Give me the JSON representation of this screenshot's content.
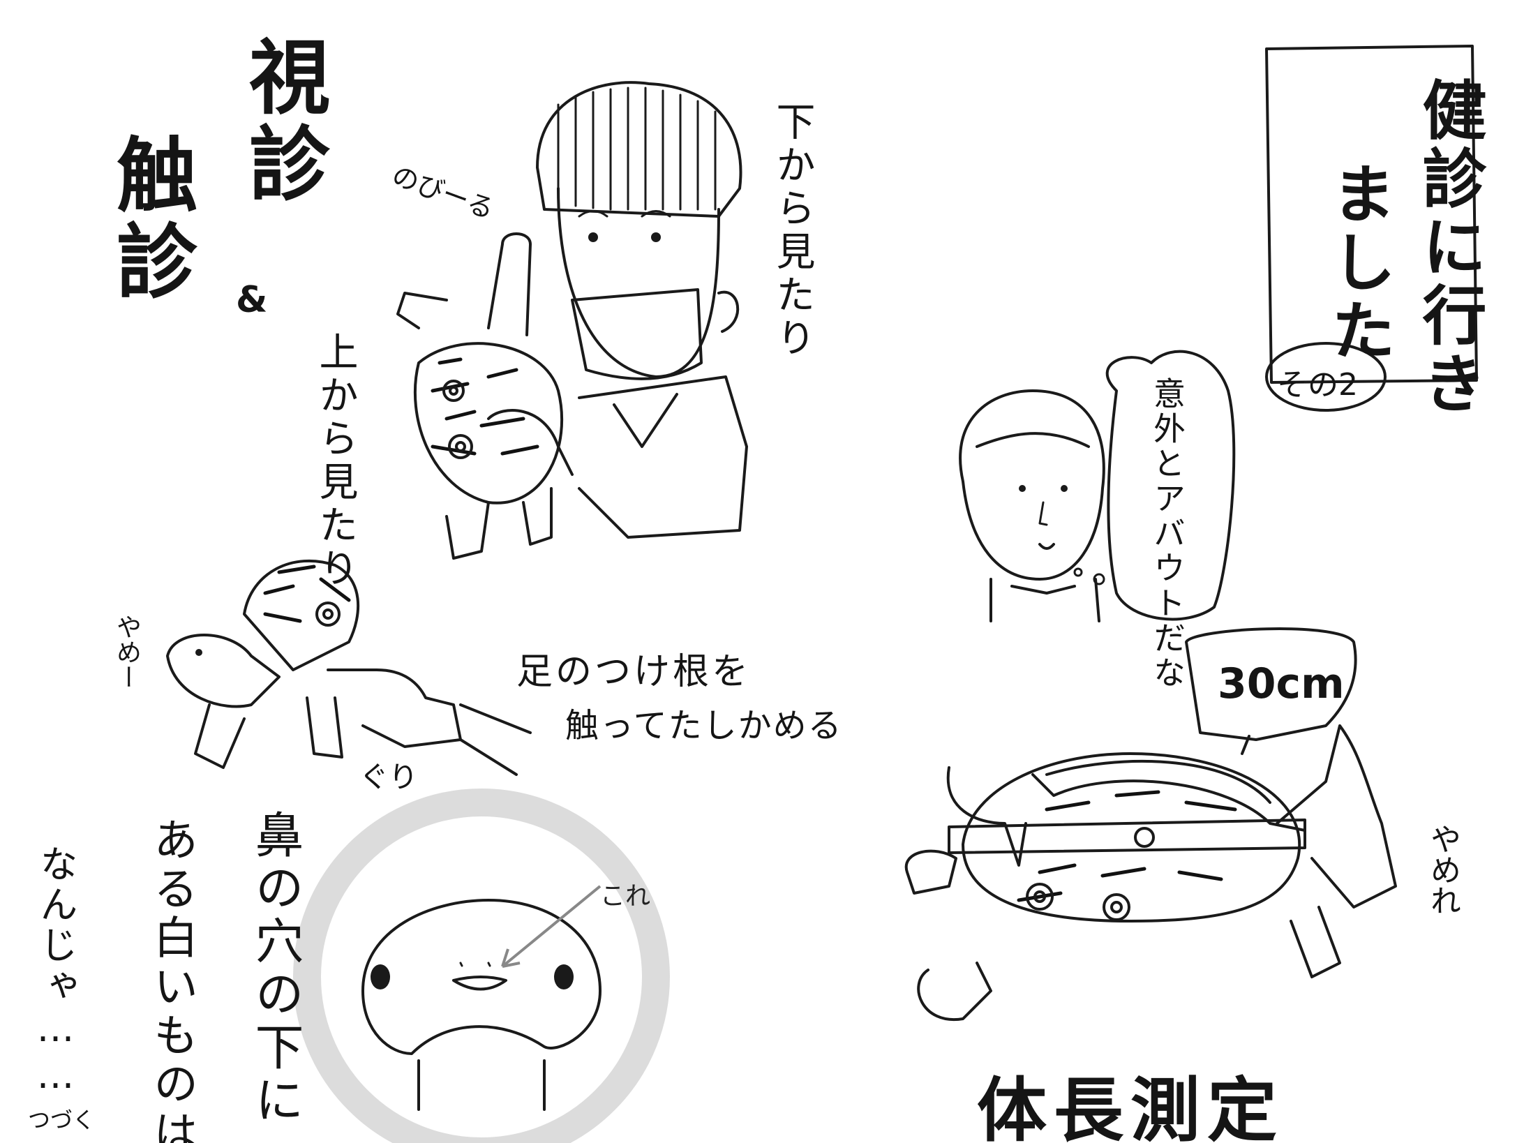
{
  "header": {
    "title_line1": "健診に行き",
    "title_line2": "ました",
    "part_label": "その2"
  },
  "exam": {
    "heading_visual": "視診",
    "amp": "&",
    "heading_palpation": "触診"
  },
  "captions": {
    "from_below": "下から見たり",
    "stretch": "のびーる",
    "from_above": "上から見たり",
    "stop": "やめー",
    "leg_base": "足のつけ根を",
    "leg_base_2": "触ってたしかめる",
    "squish": "ぐり"
  },
  "thought": {
    "bubble": "意外とアバウトだな"
  },
  "measurement": {
    "value": "30cm",
    "stop": "やめれ",
    "label": "体長測定"
  },
  "nose": {
    "question": "鼻の穴の下に",
    "question_2": "ある白いものは",
    "question_3": "なんじゃ……",
    "pointer": "これ",
    "continued": "つづく"
  }
}
